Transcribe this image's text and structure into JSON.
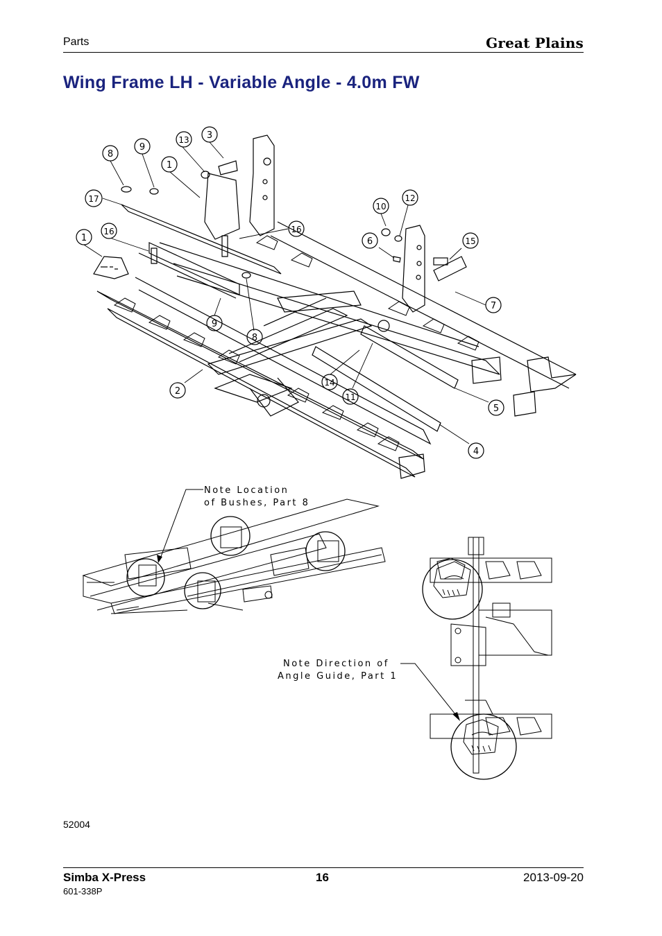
{
  "header": {
    "section": "Parts",
    "brand": "Great Plains"
  },
  "page_title": "Wing Frame LH - Variable Angle - 4.0m FW",
  "figure": {
    "balloons": [
      {
        "id": "b8a",
        "label": "8"
      },
      {
        "id": "b9a",
        "label": "9"
      },
      {
        "id": "b13",
        "label": "13"
      },
      {
        "id": "b3",
        "label": "3"
      },
      {
        "id": "b1a",
        "label": "1"
      },
      {
        "id": "b17",
        "label": "17"
      },
      {
        "id": "b1b",
        "label": "1"
      },
      {
        "id": "b16a",
        "label": "16"
      },
      {
        "id": "b16b",
        "label": "16"
      },
      {
        "id": "b9b",
        "label": "9"
      },
      {
        "id": "b8b",
        "label": "8"
      },
      {
        "id": "b2",
        "label": "2"
      },
      {
        "id": "b10",
        "label": "10"
      },
      {
        "id": "b12",
        "label": "12"
      },
      {
        "id": "b6",
        "label": "6"
      },
      {
        "id": "b15",
        "label": "15"
      },
      {
        "id": "b7",
        "label": "7"
      },
      {
        "id": "b14",
        "label": "14"
      },
      {
        "id": "b11",
        "label": "11"
      },
      {
        "id": "b5",
        "label": "5"
      },
      {
        "id": "b4",
        "label": "4"
      }
    ],
    "note_bushes": [
      "Note Location",
      "of Bushes, Part 8"
    ],
    "note_angle": [
      "Note Direction of",
      "Angle Guide, Part 1"
    ]
  },
  "figure_number": "52004",
  "footer": {
    "model": "Simba X-Press",
    "page": "16",
    "date": "2013-09-20",
    "part_number": "601-338P"
  }
}
